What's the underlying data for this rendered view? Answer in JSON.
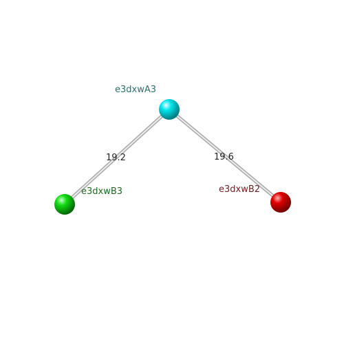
{
  "nodes": [
    {
      "id": "A3",
      "label": "e3dxwA3",
      "color": "#00e5ee",
      "label_color": "#2f6f6f"
    },
    {
      "id": "B3",
      "label": "e3dxwB3",
      "color": "#22cc22",
      "label_color": "#1f6a1f"
    },
    {
      "id": "B2",
      "label": "e3dxwB2",
      "color": "#e00000",
      "label_color": "#6a1f1f"
    }
  ],
  "edges": [
    {
      "from": "A3",
      "to": "B3",
      "label": "19.2"
    },
    {
      "from": "A3",
      "to": "B2",
      "label": "19.6"
    }
  ],
  "colors": {
    "edge": "#c8c8c8",
    "background": "#ffffff"
  }
}
